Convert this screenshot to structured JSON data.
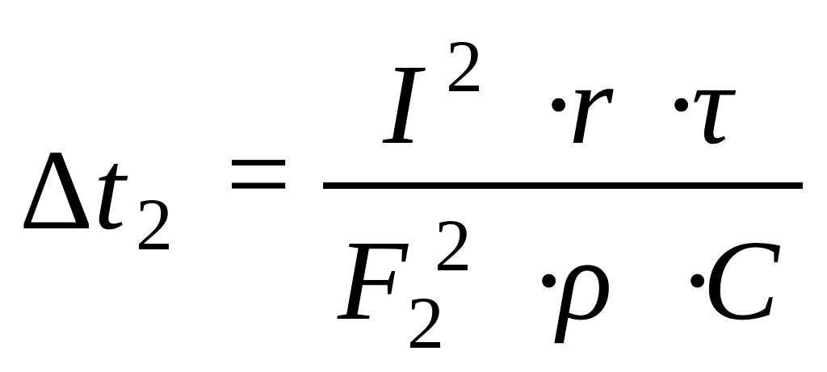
{
  "equation": {
    "lhs": {
      "delta": "Δ",
      "variable": "t",
      "subscript": "2"
    },
    "equals": "=",
    "numerator": {
      "current": "I",
      "current_exponent": "2",
      "dot1": "·",
      "resistance": "r",
      "dot2": "·",
      "time": "τ"
    },
    "denominator": {
      "area": "F",
      "area_exponent": "2",
      "area_subscript": "2",
      "dot1": "·",
      "density": "ρ",
      "dot2": "·",
      "heat_capacity": "C"
    }
  }
}
